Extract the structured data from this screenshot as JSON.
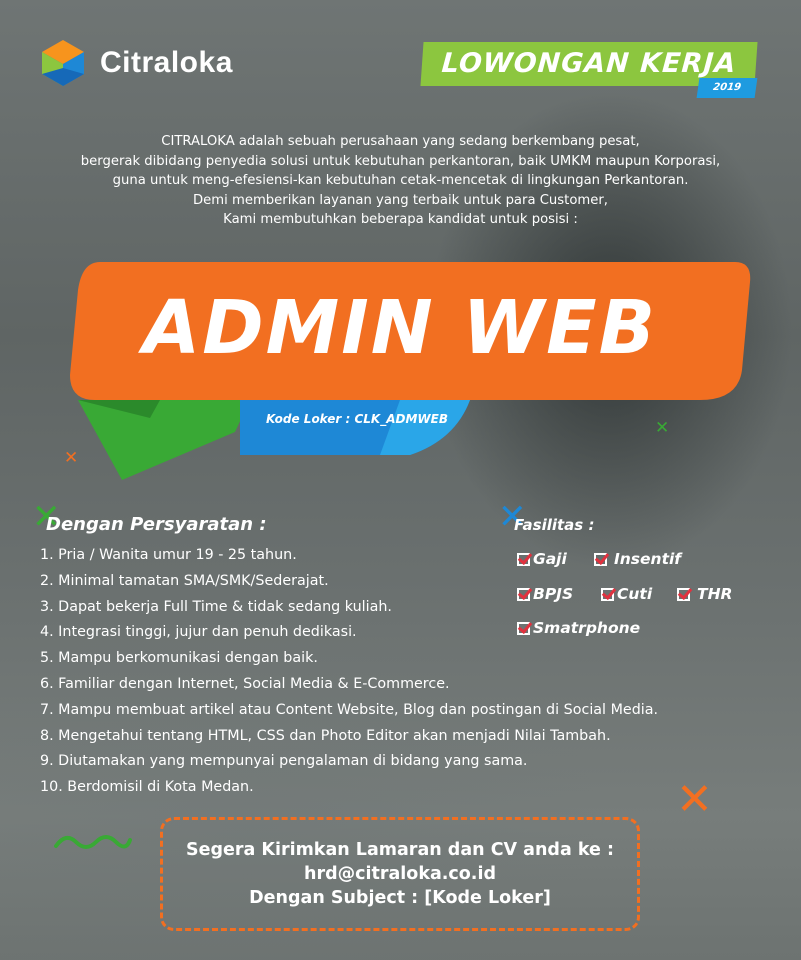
{
  "brand": {
    "name": "Citraloka",
    "logo_colors": [
      "#f7941d",
      "#8cc63f",
      "#1e88d6"
    ]
  },
  "badge": {
    "title": "LOWONGAN KERJA",
    "year": "2019",
    "color": "#8cc63f",
    "year_color": "#1e9be0"
  },
  "intro": [
    "CITRALOKA adalah sebuah perusahaan yang sedang berkembang pesat,",
    "bergerak dibidang penyedia solusi untuk kebutuhan perkantoran, baik UMKM maupun Korporasi,",
    "guna untuk meng-efesiensi-kan kebutuhan cetak-mencetak di lingkungan Perkantoran.",
    "Demi memberikan layanan yang terbaik untuk para Customer,",
    "Kami membutuhkan beberapa kandidat untuk posisi :"
  ],
  "position": {
    "title": "ADMIN WEB",
    "code_label": "Kode Loker : CLK_ADMWEB",
    "banner_color": "#f26f21"
  },
  "requirements": {
    "title": "Dengan Persyaratan :",
    "items": [
      "1. Pria / Wanita umur 19 - 25 tahun.",
      "2. Minimal tamatan SMA/SMK/Sederajat.",
      "3. Dapat bekerja Full Time & tidak sedang kuliah.",
      "4. Integrasi tinggi, jujur dan penuh dedikasi.",
      "5. Mampu berkomunikasi dengan baik.",
      "6. Familiar dengan Internet, Social Media & E-Commerce.",
      "7. Mampu membuat artikel atau Content Website, Blog dan postingan di Social Media.",
      "8. Mengetahui tentang HTML, CSS dan Photo Editor akan menjadi Nilai Tambah.",
      "9. Diutamakan yang mempunyai pengalaman di bidang yang sama.",
      "10. Berdomisil di Kota Medan."
    ]
  },
  "facilities": {
    "title": "Fasilitas :",
    "items": [
      "Gaji",
      "Insentif",
      "BPJS",
      "Cuti",
      "THR",
      "Smatrphone"
    ]
  },
  "contact": {
    "line1": "Segera Kirimkan Lamaran dan CV anda ke :",
    "email": "hrd@citraloka.co.id",
    "line3": "Dengan Subject : [Kode Loker]"
  },
  "decor_marks": {
    "x": "✕"
  }
}
